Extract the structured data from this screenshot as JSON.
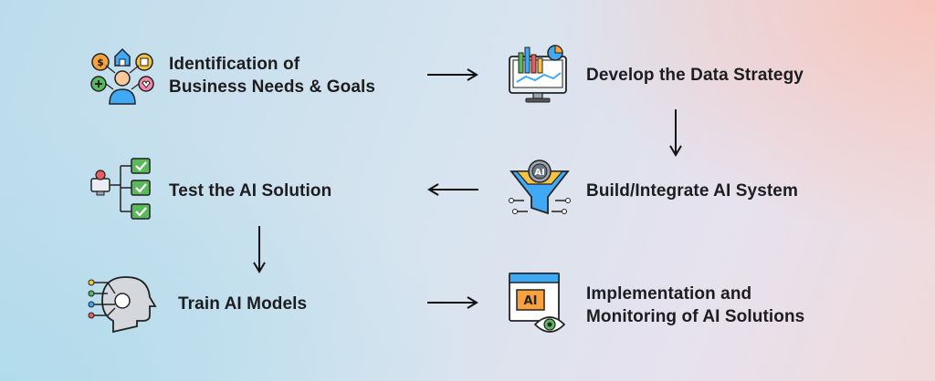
{
  "steps": [
    {
      "id": "identify",
      "lines": [
        "Identification of",
        "Business Needs & Goals"
      ],
      "icon": "people-goals-icon"
    },
    {
      "id": "strategy",
      "lines": [
        "Develop the Data Strategy"
      ],
      "icon": "data-monitor-icon"
    },
    {
      "id": "build",
      "lines": [
        "Build/Integrate AI System"
      ],
      "icon": "ai-funnel-icon"
    },
    {
      "id": "test",
      "lines": [
        "Test the AI Solution"
      ],
      "icon": "checklist-icon"
    },
    {
      "id": "train",
      "lines": [
        "Train AI Models"
      ],
      "icon": "ai-head-icon"
    },
    {
      "id": "monitor",
      "lines": [
        "Implementation and",
        "Monitoring of AI Solutions"
      ],
      "icon": "ai-window-eye-icon"
    }
  ],
  "flow": [
    "identify",
    "strategy",
    "build",
    "test",
    "train",
    "monitor"
  ],
  "colors": {
    "text": "#1d1d1f",
    "arrow": "#111111",
    "icon_blue": "#3fa9f5",
    "icon_orange": "#f7a23b",
    "icon_green": "#5cb85c",
    "icon_yellow": "#f6c343",
    "icon_red": "#e95d5d"
  }
}
